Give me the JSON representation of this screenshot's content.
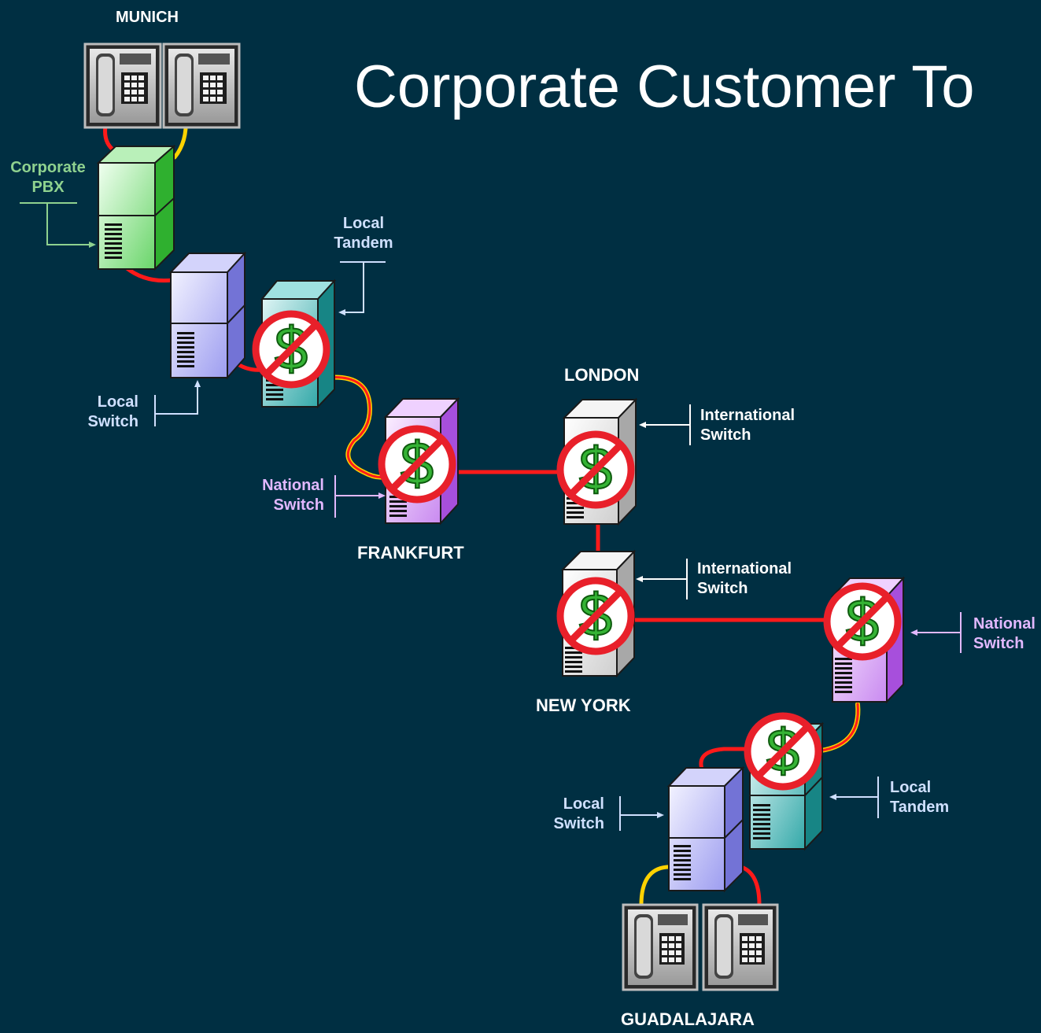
{
  "title": "Corporate Customer To",
  "cities": {
    "munich": "MUNICH",
    "london": "LONDON",
    "frankfurt": "FRANKFURT",
    "new_york": "NEW YORK",
    "guadalajara": "GUADALAJARA"
  },
  "labels": {
    "corporate_pbx": [
      "Corporate",
      "PBX"
    ],
    "local_tandem_top": [
      "Local",
      "Tandem"
    ],
    "local_switch_top": [
      "Local",
      "Switch"
    ],
    "national_switch_frankfurt": [
      "National",
      "Switch"
    ],
    "intl_switch_london": [
      "International",
      "Switch"
    ],
    "intl_switch_newyork": [
      "International",
      "Switch"
    ],
    "national_switch_mexico": [
      "National",
      "Switch"
    ],
    "local_switch_bottom": [
      "Local",
      "Switch"
    ],
    "local_tandem_bottom": [
      "Local",
      "Tandem"
    ]
  },
  "colors": {
    "background": "#002f42",
    "pbx_green": "#4fd14f",
    "local_switch_blue": "#9e9ef2",
    "tandem_teal": "#2aa3a3",
    "national_purple": "#cc8ff2",
    "international_grey": "#e6e6e6",
    "line_red": "#ff1a1a",
    "line_yellow": "#ffd200",
    "no_charge_red": "#e8202a",
    "dollar_green": "#35b335",
    "label_green": "#8fd28f",
    "label_blue": "#cfe0ff",
    "label_lavender": "#e2b8ff"
  },
  "icons": [
    "phone-icon",
    "switch-icon",
    "no-charge-icon",
    "arrow-icon"
  ]
}
